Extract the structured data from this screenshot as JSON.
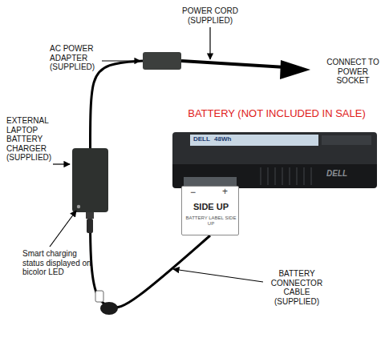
{
  "diagram": {
    "nodes": [
      {
        "text": [
          "AC POWER ADAPTER (SUPPLIED)"
        ]
      },
      {
        "text": [
          "EXTERNAL LAPTOP BATTERY CHARGER (SUPPLIED)"
        ]
      },
      {
        "text": [
          "BATTERY (NOT INCLUDED IN SALE)",
          "DELL",
          "48Wh",
          "DELL"
        ]
      },
      {
        "text": [
          "−",
          "+",
          "SIDE UP",
          "BATTERY LABEL SIDE UP"
        ]
      }
    ],
    "edges": [
      {
        "from": 0,
        "to": 1,
        "arrow": "none"
      },
      {
        "from": 1,
        "to": 3,
        "arrow": "none"
      }
    ],
    "labels": [
      "POWER CORD (SUPPLIED)",
      "CONNECT TO POWER SOCKET",
      "Smart charging status displayed on bicolor LED",
      "BATTERY CONNECTOR CABLE (SUPPLIED)"
    ]
  }
}
